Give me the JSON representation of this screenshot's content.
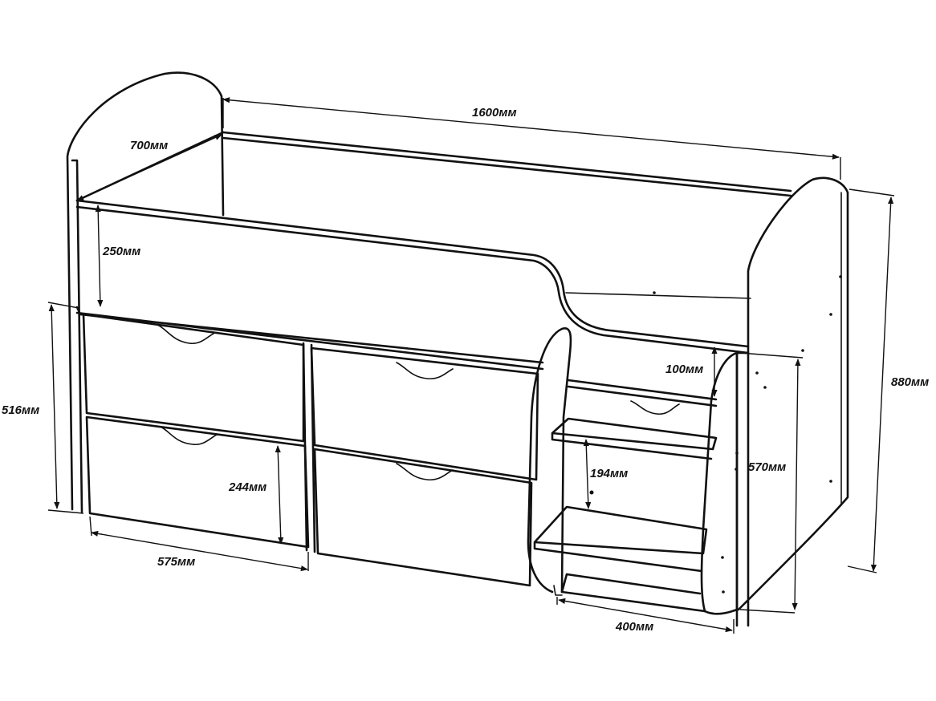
{
  "diagram": {
    "dimensions": {
      "length": "1600мм",
      "depth": "700мм",
      "side_height": "250мм",
      "drawer_block_height": "516мм",
      "drawer_height": "244мм",
      "drawer_width": "575мм",
      "ladder_top_gap": "100мм",
      "step_spacing": "194мм",
      "ladder_height": "570мм",
      "total_height": "880мм",
      "ladder_width": "400мм"
    },
    "colors": {
      "line": "#111111",
      "background": "#ffffff"
    }
  }
}
